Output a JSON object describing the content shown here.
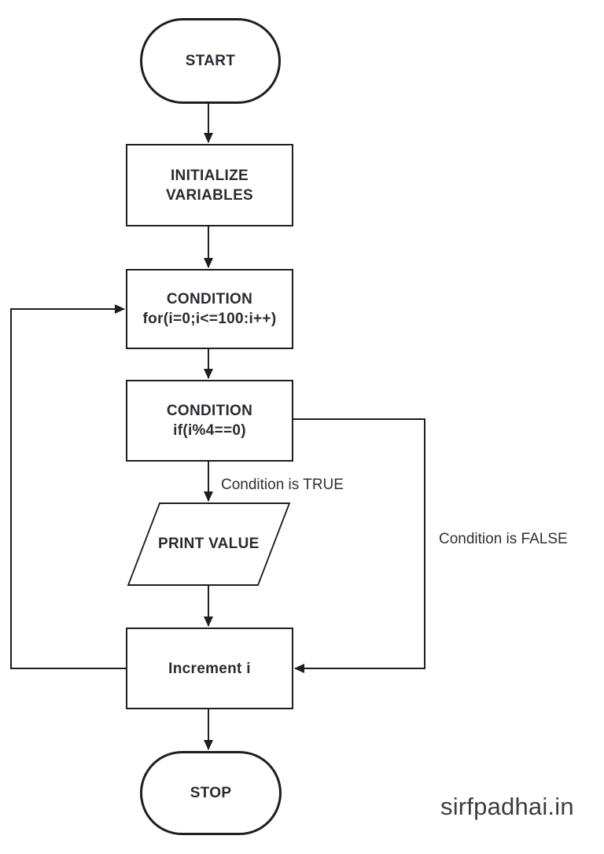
{
  "diagram": {
    "type": "flowchart",
    "nodes": {
      "start": {
        "label": "START",
        "shape": "terminator"
      },
      "initialize": {
        "line1": "INITIALIZE",
        "line2": "VARIABLES",
        "shape": "process"
      },
      "loop_condition": {
        "line1": "CONDITION",
        "line2": "for(i=0;i<=100:i++)",
        "shape": "process"
      },
      "if_condition": {
        "line1": "CONDITION",
        "line2": "if(i%4==0)",
        "shape": "process"
      },
      "print": {
        "label": "PRINT VALUE",
        "shape": "input-output"
      },
      "increment": {
        "label": "Increment i",
        "shape": "process"
      },
      "stop": {
        "label": "STOP",
        "shape": "terminator"
      }
    },
    "edge_labels": {
      "true_branch": "Condition is TRUE",
      "false_branch": "Condition is FALSE"
    },
    "colors": {
      "stroke": "#1e1e1e",
      "text": "#2a2a33",
      "background": "#ffffff"
    }
  },
  "watermark": {
    "text": "sirfpadhai.in"
  }
}
